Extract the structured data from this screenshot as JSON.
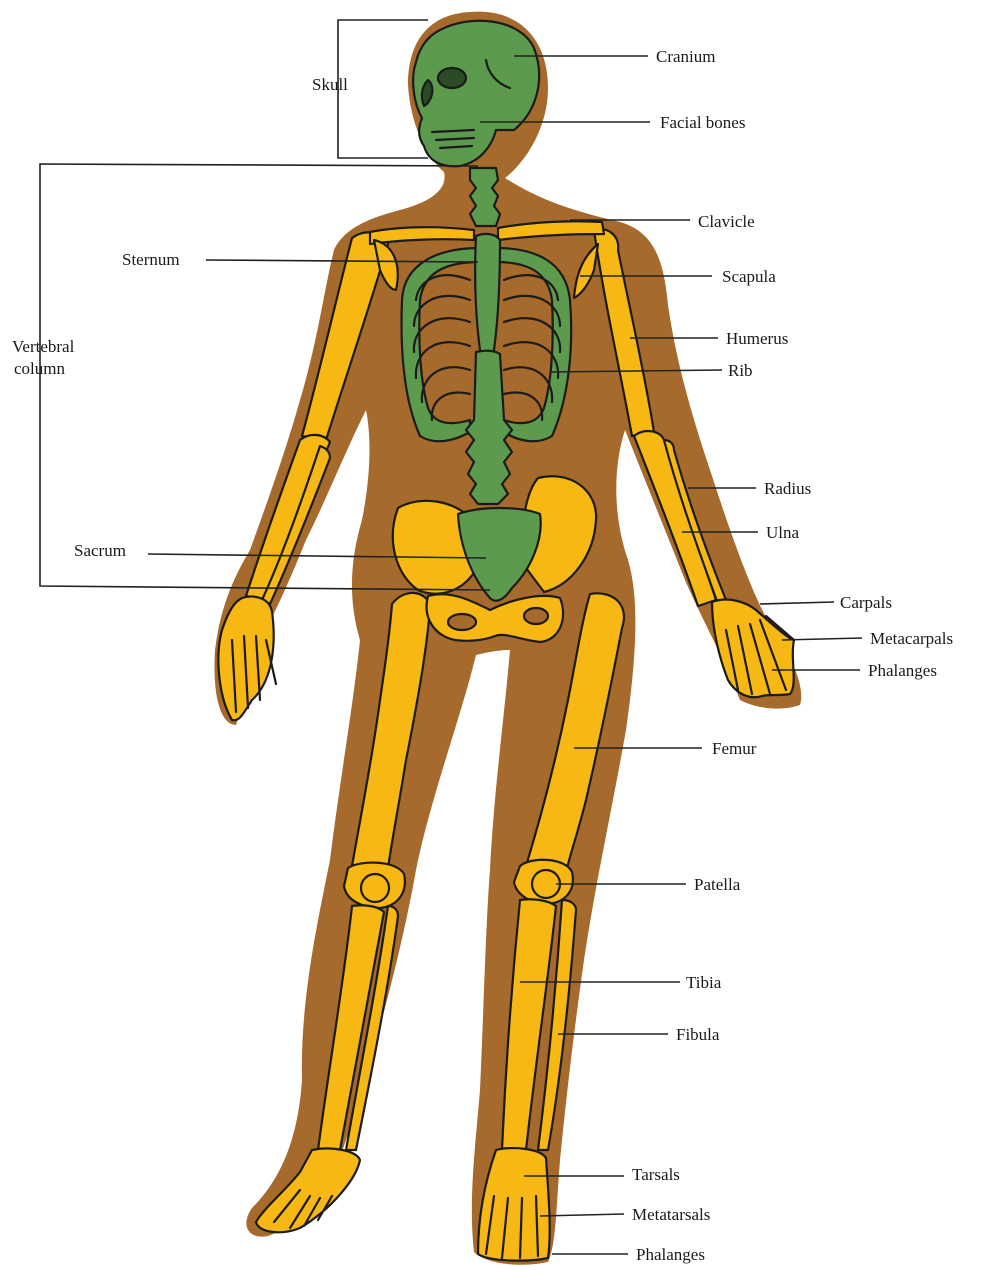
{
  "colors": {
    "body": "#a66a2c",
    "appendicular_bone": "#f8b814",
    "axial_bone": "#5c9b4e",
    "outline": "#1b1b1b"
  },
  "labels": {
    "skull": "Skull",
    "cranium": "Cranium",
    "facial_bones": "Facial bones",
    "vertebral_line1": "Vertebral",
    "vertebral_line2": "column",
    "clavicle": "Clavicle",
    "sternum": "Sternum",
    "scapula": "Scapula",
    "humerus": "Humerus",
    "rib": "Rib",
    "radius": "Radius",
    "ulna": "Ulna",
    "sacrum": "Sacrum",
    "carpals": "Carpals",
    "metacarpals": "Metacarpals",
    "phalanges_hand": "Phalanges",
    "femur": "Femur",
    "patella": "Patella",
    "tibia": "Tibia",
    "fibula": "Fibula",
    "tarsals": "Tarsals",
    "metatarsals": "Metatarsals",
    "phalanges_foot": "Phalanges"
  }
}
